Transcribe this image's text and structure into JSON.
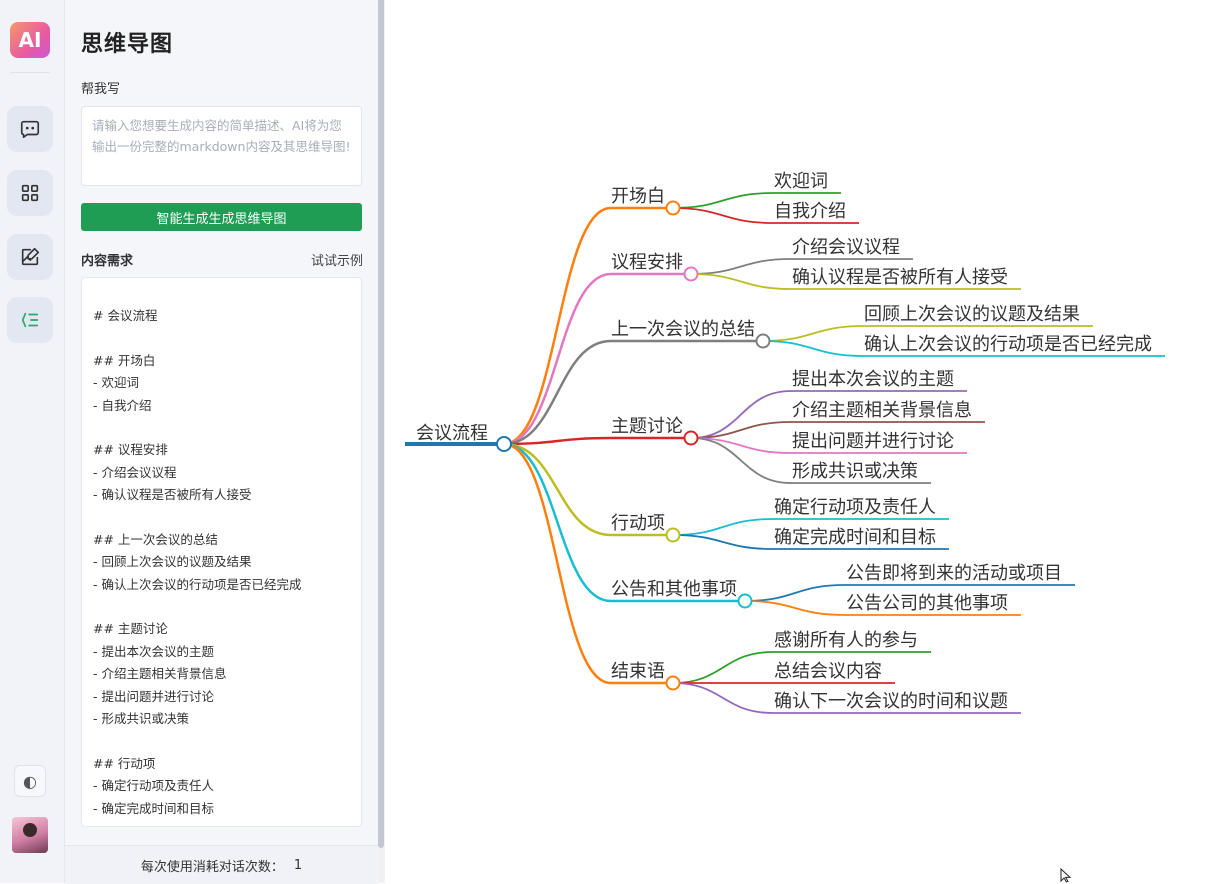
{
  "app": {
    "logo_text": "AI",
    "title": "思维导图",
    "help_label": "帮我写",
    "prompt_placeholder": "请输入您想要生成内容的简单描述、AI将为您输出一份完整的markdown内容及其思维导图!",
    "generate_button": "智能生成生成思维导图",
    "requirements_label": "内容需求",
    "example_link": "试试示例",
    "footer_label": "每次使用消耗对话次数：",
    "footer_count": "1",
    "accent_color": "#1f9d55"
  },
  "rail": {
    "items": [
      {
        "name": "chat-icon",
        "active": false
      },
      {
        "name": "grid-icon",
        "active": false
      },
      {
        "name": "edit-image-icon",
        "active": false
      },
      {
        "name": "mindmap-icon",
        "active": true
      }
    ],
    "theme_icon": "contrast-icon"
  },
  "markdown_lines": [
    "# 会议流程",
    "",
    "## 开场白",
    "- 欢迎词",
    "- 自我介绍",
    "",
    "## 议程安排",
    "- 介绍会议议程",
    "- 确认议程是否被所有人接受",
    "",
    "## 上一次会议的总结",
    "- 回顾上次会议的议题及结果",
    "- 确认上次会议的行动项是否已经完成",
    "",
    "## 主题讨论",
    "- 提出本次会议的主题",
    "- 介绍主题相关背景信息",
    "- 提出问题并进行讨论",
    "- 形成共识或决策",
    "",
    "## 行动项",
    "- 确定行动项及责任人",
    "- 确定完成时间和目标"
  ],
  "mindmap": {
    "root": "会议流程",
    "root_color": "#1f78b4",
    "branches": [
      {
        "label": "开场白",
        "color": "#ff7f0e",
        "children": [
          {
            "label": "欢迎词",
            "color": "#2ca02c"
          },
          {
            "label": "自我介绍",
            "color": "#d62728"
          }
        ]
      },
      {
        "label": "议程安排",
        "color": "#e377c2",
        "children": [
          {
            "label": "介绍会议议程",
            "color": "#7f7f7f"
          },
          {
            "label": "确认议程是否被所有人接受",
            "color": "#bcbd22"
          }
        ]
      },
      {
        "label": "上一次会议的总结",
        "color": "#7f7f7f",
        "children": [
          {
            "label": "回顾上次会议的议题及结果",
            "color": "#bcbd22"
          },
          {
            "label": "确认上次会议的行动项是否已经完成",
            "color": "#17becf"
          }
        ]
      },
      {
        "label": "主题讨论",
        "color": "#d62728",
        "children": [
          {
            "label": "提出本次会议的主题",
            "color": "#9467bd"
          },
          {
            "label": "介绍主题相关背景信息",
            "color": "#8c564b"
          },
          {
            "label": "提出问题并进行讨论",
            "color": "#e377c2"
          },
          {
            "label": "形成共识或决策",
            "color": "#7f7f7f"
          }
        ]
      },
      {
        "label": "行动项",
        "color": "#bcbd22",
        "children": [
          {
            "label": "确定行动项及责任人",
            "color": "#17becf"
          },
          {
            "label": "确定完成时间和目标",
            "color": "#1f78b4"
          }
        ]
      },
      {
        "label": "公告和其他事项",
        "color": "#17becf",
        "children": [
          {
            "label": "公告即将到来的活动或项目",
            "color": "#1f78b4"
          },
          {
            "label": "公告公司的其他事项",
            "color": "#ff7f0e"
          }
        ]
      },
      {
        "label": "结束语",
        "color": "#ff7f0e",
        "children": [
          {
            "label": "感谢所有人的参与",
            "color": "#2ca02c"
          },
          {
            "label": "总结会议内容",
            "color": "#d62728"
          },
          {
            "label": "确认下一次会议的时间和议题",
            "color": "#9467bd"
          }
        ]
      }
    ]
  }
}
